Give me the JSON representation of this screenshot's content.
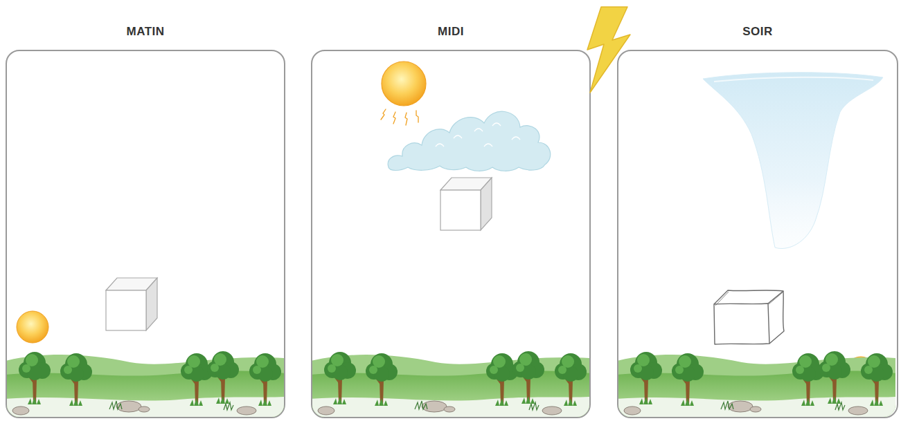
{
  "diagram": {
    "nodes": [
      {
        "text": [
          "MATIN"
        ]
      },
      {
        "text": [
          "MIDI"
        ]
      },
      {
        "text": [
          "SOIR"
        ]
      }
    ]
  }
}
